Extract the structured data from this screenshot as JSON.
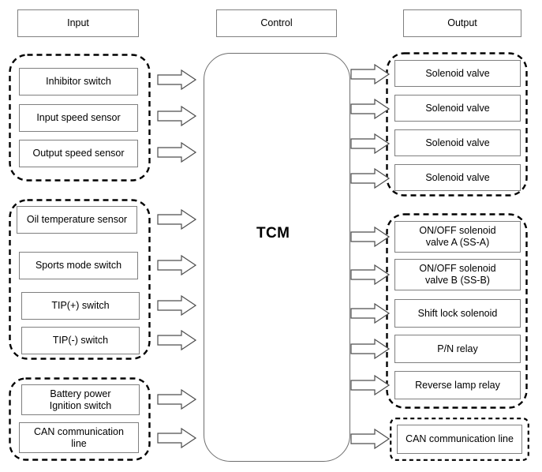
{
  "diagram": {
    "title": "TCM input / control / output block diagram",
    "colors": {
      "box_border": "#7f7f7f",
      "group_border": "#000000",
      "tcm_border": "#6e6e6e",
      "background": "#ffffff",
      "text": "#000000"
    },
    "columns": [
      {
        "key": "input",
        "header": "Input"
      },
      {
        "key": "control",
        "header": "Control"
      },
      {
        "key": "output",
        "header": "Output"
      }
    ],
    "control": {
      "header": "Control",
      "unit_label": "TCM"
    },
    "input": {
      "header": "Input",
      "groups": [
        {
          "name": "input-group-sensors",
          "items": [
            {
              "label": "Inhibitor switch"
            },
            {
              "label": "Input speed sensor"
            },
            {
              "label": "Output speed sensor"
            }
          ]
        },
        {
          "name": "input-group-switches",
          "items": [
            {
              "label": "Oil temperature sensor"
            },
            {
              "label": "Sports mode switch"
            },
            {
              "label": "TIP(+) switch"
            },
            {
              "label": "TIP(-) switch"
            }
          ]
        },
        {
          "name": "input-group-power",
          "items": [
            {
              "label": "Battery power\nIgnition switch"
            },
            {
              "label": "CAN communication\nline"
            }
          ]
        }
      ]
    },
    "output": {
      "header": "Output",
      "groups": [
        {
          "name": "output-group-solenoid-valves",
          "items": [
            {
              "label": "Solenoid valve"
            },
            {
              "label": "Solenoid valve"
            },
            {
              "label": "Solenoid valve"
            },
            {
              "label": "Solenoid valve"
            }
          ]
        },
        {
          "name": "output-group-actuators",
          "items": [
            {
              "label": "ON/OFF solenoid\nvalve A (SS-A)"
            },
            {
              "label": "ON/OFF solenoid\nvalve B (SS-B)"
            },
            {
              "label": "Shift lock solenoid"
            },
            {
              "label": "P/N relay"
            },
            {
              "label": "Reverse lamp relay"
            }
          ]
        },
        {
          "name": "output-group-can",
          "items": [
            {
              "label": "CAN communication line"
            }
          ]
        }
      ]
    },
    "arrows": {
      "icon": "block-arrow-right-icon",
      "direction": "right",
      "input_count": 9,
      "output_count": 10
    }
  }
}
